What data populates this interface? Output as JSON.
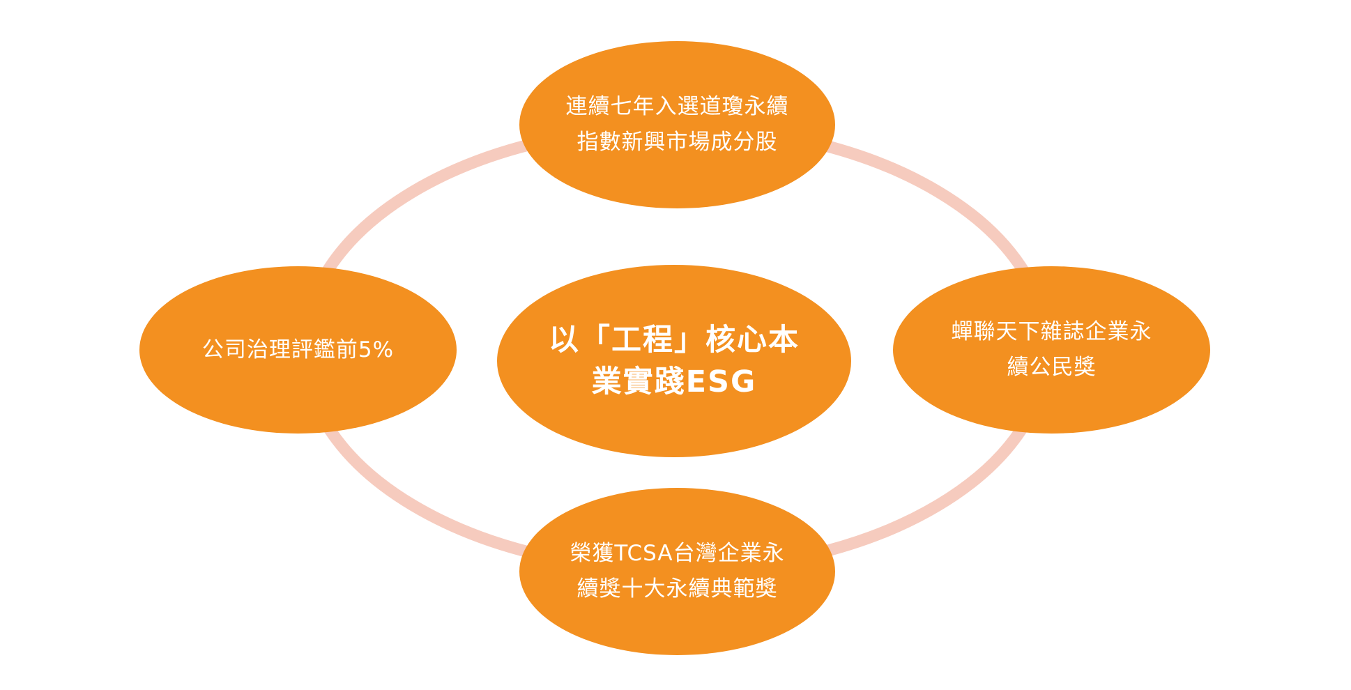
{
  "colors": {
    "node_fill": "#F39020",
    "ring_stroke": "#F6CBBE",
    "node_text": "#FFFFFF",
    "background": "#FFFFFF"
  },
  "center": {
    "text": "以「工程」核心本\n業實踐ESG"
  },
  "nodes": {
    "top": "連續七年入選道瓊永續\n指數新興市場成分股",
    "left": "公司治理評鑑前5%",
    "right": "蟬聯天下雜誌企業永\n續公民獎",
    "bottom": "榮獲TCSA台灣企業永\n續獎十大永續典範獎"
  }
}
